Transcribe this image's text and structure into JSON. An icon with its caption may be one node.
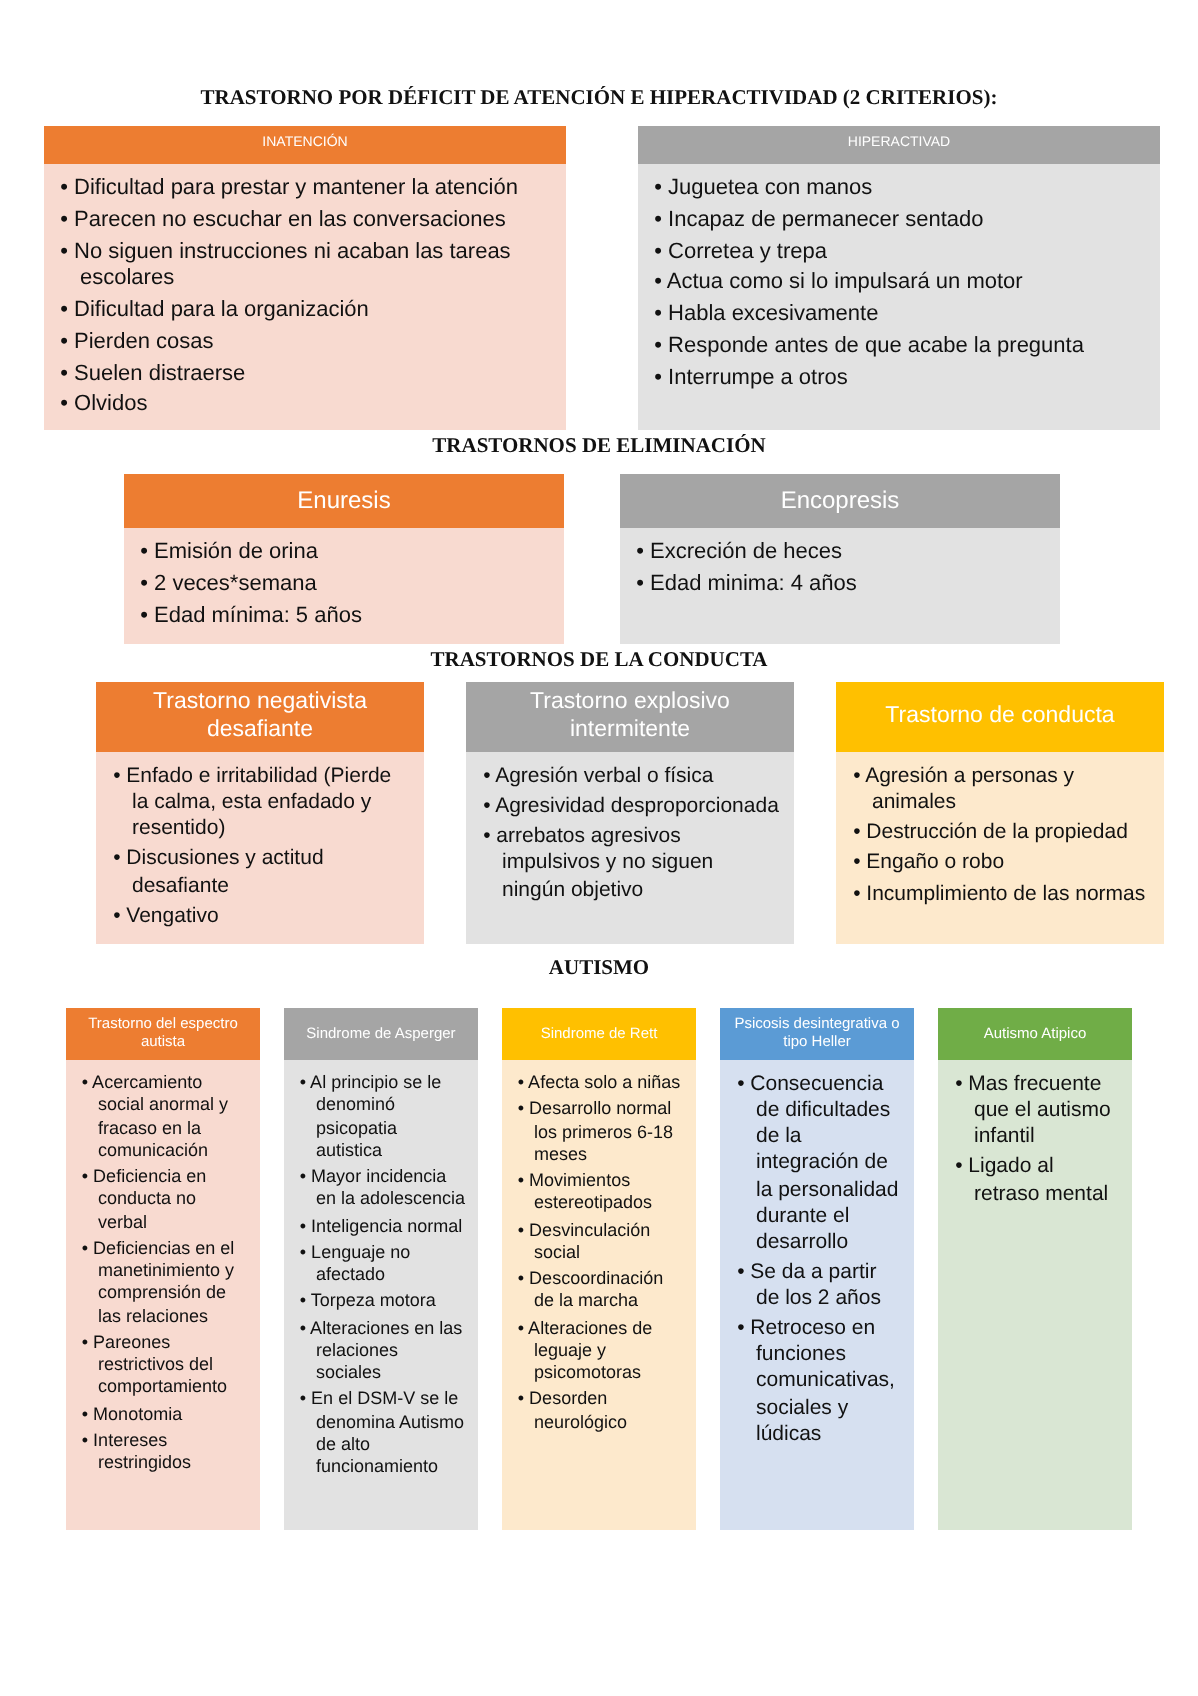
{
  "diagram": {
    "title": "TRASTORNO POR DÉFICIT DE ATENCIÓN E HIPERACTIVIDAD (2 CRITERIOS):",
    "nodes": [
      {
        "text": [
          "INATENCIÓN",
          "• Dificultad para prestar y mantener la atención",
          "• Parecen no escuchar en las conversaciones",
          "• No siguen instrucciones ni acaban las tareas escolares",
          "• Dificultad para la organización",
          "• Pierden cosas",
          "• Suelen distraerse",
          "• Olvidos"
        ]
      },
      {
        "text": [
          "HIPERACTIVAD",
          "• Juguetea con manos",
          "• Incapaz de permanecer sentado",
          "• Corretea y trepa",
          "• Actua como si lo impulsará un motor",
          "• Habla excesivamente",
          "• Responde antes de que acabe la pregunta",
          "• Interrumpe a otros"
        ]
      },
      {
        "text": [
          "Enuresis",
          "• Emisión de orina",
          "• 2 veces*semana",
          "• Edad mínima: 5 años"
        ]
      },
      {
        "text": [
          "Encopresis",
          "• Excreción de heces",
          "• Edad minima: 4 años"
        ]
      },
      {
        "text": [
          "Trastorno negativista desafiante",
          "• Enfado e irritabilidad (Pierde la calma, esta enfadado y resentido)",
          "• Discusiones y actitud desafiante",
          "• Vengativo"
        ]
      },
      {
        "text": [
          "Trastorno explosivo intermitente",
          "• Agresión verbal o física",
          "• Agresividad desproporcionada",
          "• arrebatos agresivos impulsivos y no siguen ningún objetivo"
        ]
      },
      {
        "text": [
          "Trastorno de conducta",
          "• Agresión a personas y animales",
          "• Destrucción de la propiedad",
          "• Engaño o robo",
          "• Incumplimiento de las normas"
        ]
      },
      {
        "text": [
          "Trastorno del espectro autista",
          "• Acercamiento social anormal y fracaso en la comunicación",
          "• Deficiencia en conducta no verbal",
          "• Deficiencias en el manetinimiento y comprensión de las relaciones",
          "• Pareones restrictivos del comportamiento",
          "• Monotomia",
          "• Intereses restringidos"
        ]
      },
      {
        "text": [
          "Sindrome de Asperger",
          "• Al principio se le denominó psicopatia autistica",
          "• Mayor incidencia en la adolescencia",
          "• Inteligencia normal",
          "• Lenguaje no afectado",
          "• Torpeza motora",
          "• Alteraciones en las relaciones sociales",
          "• En el DSM-V se le denomina Autismo de alto funcionamiento"
        ]
      },
      {
        "text": [
          "Sindrome de Rett",
          "• Afecta solo a niñas",
          "• Desarrollo normal los primeros 6-18 meses",
          "• Movimientos estereotipados",
          "• Desvinculación social",
          "• Descoordinación de la marcha",
          "• Alteraciones de leguaje y psicomotoras",
          "• Desorden neurológico"
        ]
      },
      {
        "text": [
          "Psicosis desintegrativa o tipo Heller",
          "• Consecuencia de dificultades de la integración de la personalidad durante el desarrollo",
          "• Se da a partir de los 2 años",
          "• Retroceso en funciones comunicativas, sociales y lúdicas"
        ]
      },
      {
        "text": [
          "Autismo Atipico",
          "• Mas frecuente que el autismo infantil",
          "• Ligado al retraso mental"
        ]
      }
    ],
    "edges": [],
    "labels": [
      "TRASTORNOS DE ELIMINACIÓN",
      "TRASTORNOS DE LA CONDUCTA",
      "AUTISMO"
    ]
  }
}
